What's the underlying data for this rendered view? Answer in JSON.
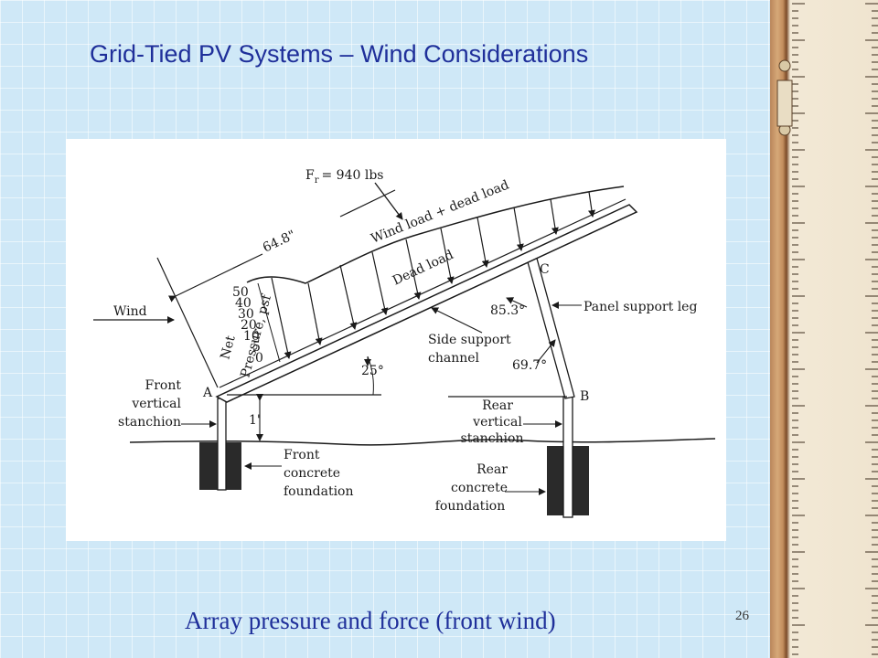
{
  "slide": {
    "title": "Grid-Tied PV Systems – Wind Considerations",
    "caption": "Array pressure and force (front wind)",
    "page_number": "26"
  },
  "diagram": {
    "resultant_force": "F",
    "resultant_force_subscript": "r",
    "resultant_force_value": "= 940 lbs",
    "panel_length": "64.8\"",
    "wind_plus_dead_load": "Wind load + dead load",
    "dead_load": "Dead load",
    "point_c": "C",
    "point_a": "A",
    "point_b": "B",
    "wind": "Wind",
    "net_pressure_line1": "Net",
    "net_pressure_line2": "Pressure, psf",
    "pressure_scale": [
      "50",
      "40",
      "30",
      "20",
      "10",
      "5",
      "0"
    ],
    "angle_panel_leg": "85.3°",
    "panel_support_leg": "Panel support leg",
    "side_support_channel_line1": "Side support",
    "side_support_channel_line2": "channel",
    "tilt_angle": "25°",
    "angle_leg_ground": "69.7°",
    "front_stanchion": [
      "Front",
      "vertical",
      "stanchion"
    ],
    "front_height": "1'",
    "front_foundation": [
      "Front",
      "concrete",
      "foundation"
    ],
    "rear_stanchion": [
      "Rear",
      "vertical",
      "stanchion"
    ],
    "rear_foundation": [
      "Rear",
      "concrete",
      "foundation"
    ]
  },
  "colors": {
    "title": "#1f2f9a",
    "background": "#cfe8f7",
    "diagram_ink": "#1a1a1a"
  }
}
